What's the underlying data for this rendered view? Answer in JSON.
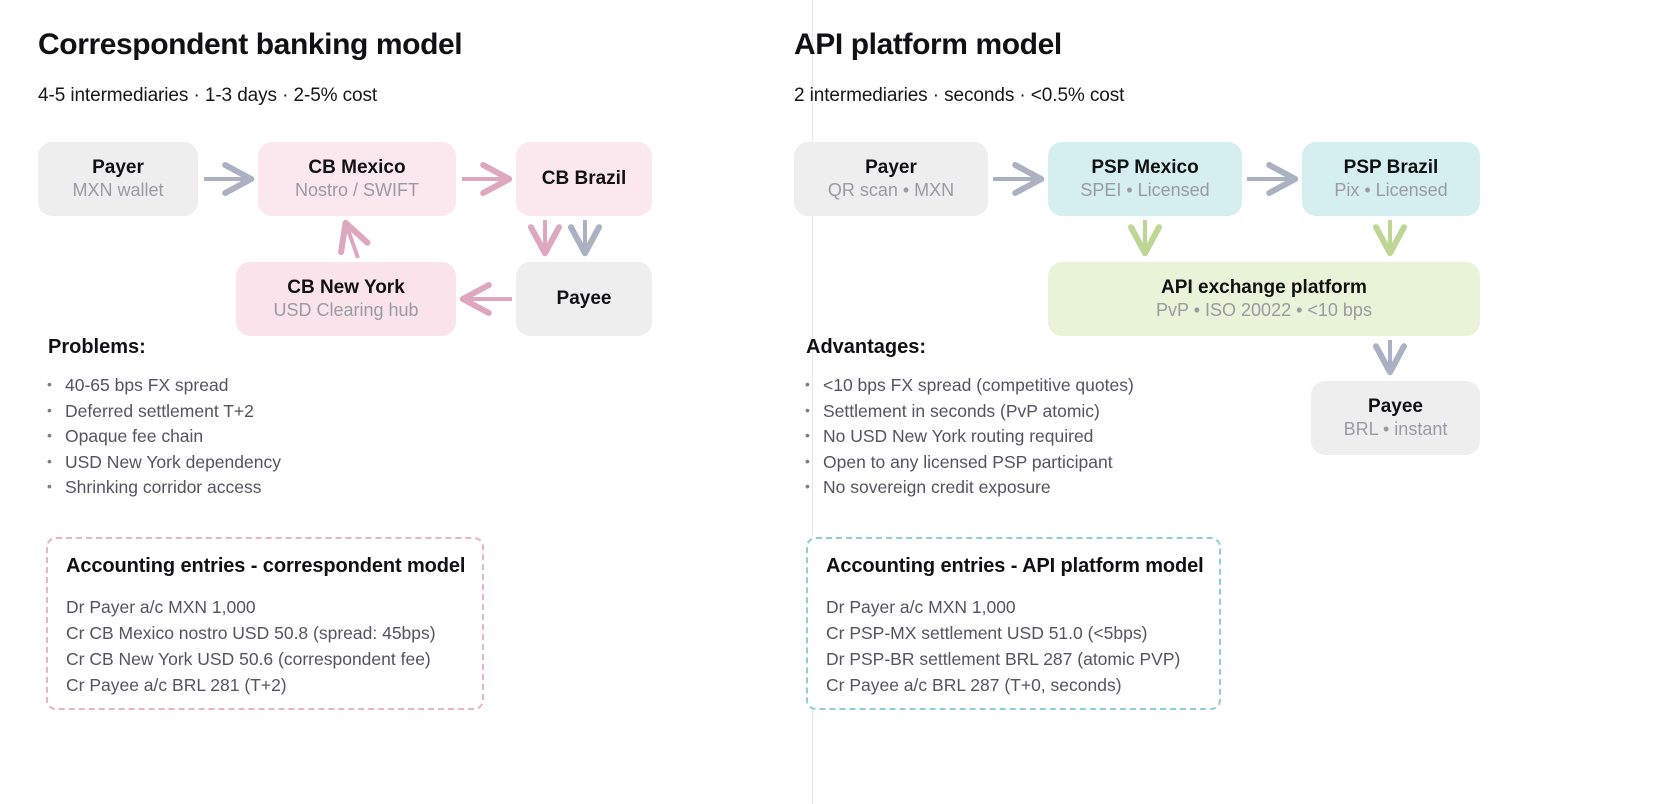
{
  "colors": {
    "grey_node": "#eeeeef",
    "pink_node": "#fbe7ee",
    "teal_node": "#d5eef0",
    "green_node": "#e8f3d8",
    "pink_arrow": "#dda8bd",
    "grey_arrow": "#a9b1c2",
    "green_arrow": "#bdd694",
    "pink_dashed_border": "#e7b6c6",
    "teal_dashed_border": "#8fd0cf",
    "text_primary": "#111114",
    "text_muted": "#9a9aa3",
    "text_body": "#54545e"
  },
  "left": {
    "title": "Correspondent banking model",
    "subtitle": "4-5 intermediaries · 1-3 days · 2-5% cost",
    "nodes": [
      {
        "id": "payer",
        "title": "Payer",
        "sub": "MXN wallet",
        "style": "grey"
      },
      {
        "id": "cb-mexico",
        "title": "CB Mexico",
        "sub": "Nostro / SWIFT",
        "style": "pink"
      },
      {
        "id": "cb-brazil",
        "title": "CB Brazil",
        "sub": "",
        "style": "pink"
      },
      {
        "id": "cb-newyork",
        "title": "CB New York",
        "sub": "USD Clearing hub",
        "style": "pink"
      },
      {
        "id": "payee",
        "title": "Payee",
        "sub": "",
        "style": "grey"
      }
    ],
    "section_heading": "Problems:",
    "bullets": [
      "40-65 bps FX spread",
      "Deferred settlement T+2",
      "Opaque fee chain",
      "USD New York dependency",
      "Shrinking corridor access"
    ],
    "accounting": {
      "heading": "Accounting entries - correspondent model",
      "lines": [
        "Dr Payer a/c MXN 1,000",
        "Cr CB Mexico nostro USD 50.8 (spread: 45bps)",
        "Cr CB New York USD 50.6 (correspondent fee)",
        "Cr Payee a/c BRL 281 (T+2)"
      ]
    }
  },
  "right": {
    "title": "API platform model",
    "subtitle": "2 intermediaries · seconds · <0.5% cost",
    "nodes": [
      {
        "id": "payer",
        "title": "Payer",
        "sub": "QR scan • MXN",
        "style": "grey"
      },
      {
        "id": "psp-mexico",
        "title": "PSP Mexico",
        "sub": "SPEI • Licensed",
        "style": "teal"
      },
      {
        "id": "psp-brazil",
        "title": "PSP Brazil",
        "sub": "Pix • Licensed",
        "style": "teal"
      },
      {
        "id": "api-exch",
        "title": "API exchange platform",
        "sub": "PvP • ISO 20022 • <10 bps",
        "style": "green"
      },
      {
        "id": "payee",
        "title": "Payee",
        "sub": "BRL • instant",
        "style": "grey"
      }
    ],
    "section_heading": "Advantages:",
    "bullets": [
      "<10 bps FX spread (competitive quotes)",
      "Settlement in seconds (PvP atomic)",
      "No USD New York routing required",
      "Open to any licensed PSP participant",
      "No sovereign credit exposure"
    ],
    "accounting": {
      "heading": "Accounting entries - API platform model",
      "lines": [
        "Dr Payer a/c MXN 1,000",
        "Cr PSP-MX settlement USD 51.0 (<5bps)",
        "Dr PSP-BR settlement BRL 287 (atomic PVP)",
        "Cr Payee a/c BRL 287 (T+0, seconds)"
      ]
    }
  }
}
